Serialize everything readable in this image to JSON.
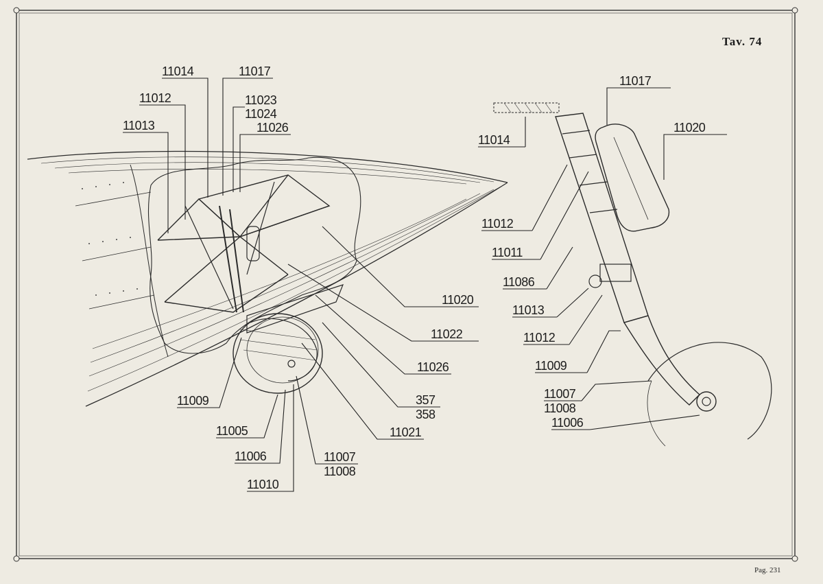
{
  "header": {
    "plate": "Tav. 74"
  },
  "footer": {
    "page": "Pag. 231"
  },
  "left_view": {
    "labels": [
      {
        "id": "l1",
        "text": "11014"
      },
      {
        "id": "l2",
        "text": "11017"
      },
      {
        "id": "l3",
        "text": "11012"
      },
      {
        "id": "l4",
        "text": "11023"
      },
      {
        "id": "l5",
        "text": "11024"
      },
      {
        "id": "l6",
        "text": "11026"
      },
      {
        "id": "l7",
        "text": "11013"
      },
      {
        "id": "l8",
        "text": "11020"
      },
      {
        "id": "l9",
        "text": "11022"
      },
      {
        "id": "l10",
        "text": "11026"
      },
      {
        "id": "l11",
        "text": "357"
      },
      {
        "id": "l12",
        "text": "358"
      },
      {
        "id": "l13",
        "text": "11009"
      },
      {
        "id": "l14",
        "text": "11021"
      },
      {
        "id": "l15",
        "text": "11005"
      },
      {
        "id": "l16",
        "text": "11006"
      },
      {
        "id": "l17",
        "text": "11007"
      },
      {
        "id": "l18",
        "text": "11008"
      },
      {
        "id": "l19",
        "text": "11010"
      }
    ]
  },
  "right_view": {
    "labels": [
      {
        "id": "r1",
        "text": "11017"
      },
      {
        "id": "r2",
        "text": "11020"
      },
      {
        "id": "r3",
        "text": "11014"
      },
      {
        "id": "r4",
        "text": "11012"
      },
      {
        "id": "r5",
        "text": "11011"
      },
      {
        "id": "r6",
        "text": "11086"
      },
      {
        "id": "r7",
        "text": "11013"
      },
      {
        "id": "r8",
        "text": "11012"
      },
      {
        "id": "r9",
        "text": "11009"
      },
      {
        "id": "r10",
        "text": "11007"
      },
      {
        "id": "r11",
        "text": "11008"
      },
      {
        "id": "r12",
        "text": "11006"
      }
    ]
  },
  "colors": {
    "paper": "#eeebe2",
    "ink": "#1c1c1c"
  }
}
